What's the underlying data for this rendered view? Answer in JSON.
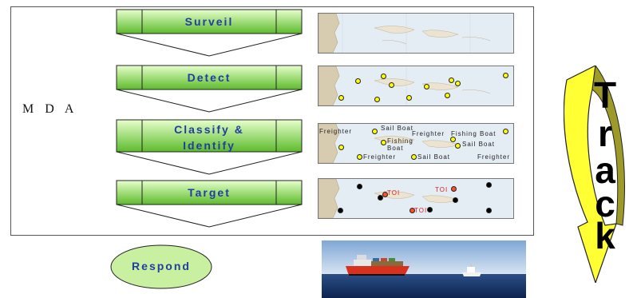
{
  "mda_label": "M D A",
  "steps": [
    {
      "label": "Surveil"
    },
    {
      "label": "Detect"
    },
    {
      "label": "Classify &",
      "label2": "Identify"
    },
    {
      "label": "Target"
    }
  ],
  "respond_label": "Respond",
  "track_letters": [
    "T",
    "r",
    "a",
    "c",
    "k"
  ],
  "classify_map": {
    "labels": [
      "Freighter",
      "Sail Boat",
      "Freighter",
      "Fishing Boat",
      "Fishing",
      "Boat",
      "Sail Boat",
      "Freighter",
      "Sail Boat",
      "Freighter"
    ]
  },
  "target_map": {
    "labels": [
      "TOI",
      "TOI",
      "TOI"
    ]
  },
  "colors": {
    "step_fill_top": "#ccff99",
    "step_fill_bottom": "#66cc33",
    "step_text": "#1f3fa0",
    "respond_fill": "#c8f0a0",
    "track_fill": "#ffff33",
    "map_sea": "#e4ecf4",
    "map_land": "#d8ccb0"
  },
  "icons": [
    "arrow-down-chevron",
    "curved-arrow",
    "map-thumbnail",
    "ship-photo"
  ]
}
